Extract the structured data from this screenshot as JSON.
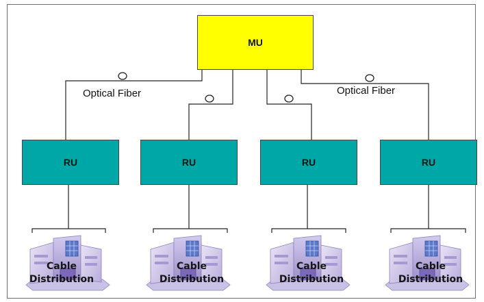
{
  "diagram": {
    "master_unit": {
      "label": "MU",
      "color": "#ffff00"
    },
    "remote_unit_color": "#00a7a7",
    "fiber_labels": [
      "Optical Fiber",
      "Optical Fiber"
    ],
    "remote_units": [
      {
        "label": "RU",
        "site_label_line1": "Cable",
        "site_label_line2": "Distribution"
      },
      {
        "label": "RU",
        "site_label_line1": "Cable",
        "site_label_line2": "Distribution"
      },
      {
        "label": "RU",
        "site_label_line1": "Cable",
        "site_label_line2": "Distribution"
      },
      {
        "label": "RU",
        "site_label_line1": "Cable",
        "site_label_line2": "Distribution"
      }
    ],
    "building_icon": "building-icon",
    "connector_icon": "fiber-connector-icon"
  }
}
